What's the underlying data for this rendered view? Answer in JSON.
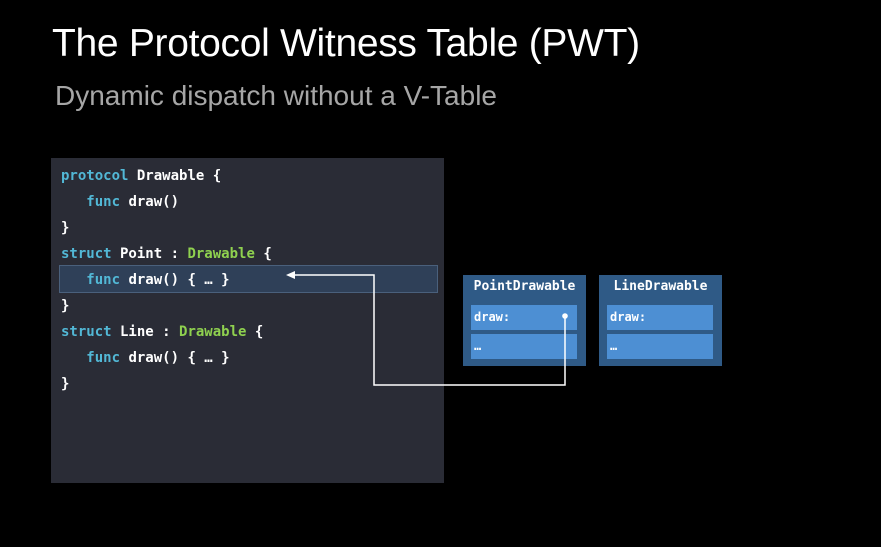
{
  "slide": {
    "title": "The Protocol Witness Table (PWT)",
    "subtitle": "Dynamic dispatch without a V-Table"
  },
  "code": {
    "lines": [
      {
        "indent": "",
        "keyword": "protocol",
        "name": " Drawable ",
        "sep": "",
        "conforms": "",
        "rest": "{"
      },
      {
        "indent": "   ",
        "keyword": "func",
        "name": " draw()",
        "sep": "",
        "conforms": "",
        "rest": ""
      },
      {
        "indent": "",
        "keyword": "",
        "name": "}",
        "sep": "",
        "conforms": "",
        "rest": ""
      },
      {
        "indent": "",
        "keyword": "struct",
        "name": " Point ",
        "sep": ": ",
        "conforms": "Drawable",
        "rest": " {"
      },
      {
        "indent": "   ",
        "keyword": "func",
        "name": " draw() { … }",
        "sep": "",
        "conforms": "",
        "rest": ""
      },
      {
        "indent": "",
        "keyword": "",
        "name": "}",
        "sep": "",
        "conforms": "",
        "rest": ""
      },
      {
        "indent": "",
        "keyword": "struct",
        "name": " Line ",
        "sep": ": ",
        "conforms": "Drawable",
        "rest": " {"
      },
      {
        "indent": "   ",
        "keyword": "func",
        "name": " draw() { … }",
        "sep": "",
        "conforms": "",
        "rest": ""
      },
      {
        "indent": "",
        "keyword": "",
        "name": "}",
        "sep": "",
        "conforms": "",
        "rest": ""
      }
    ],
    "highlighted_line": 4
  },
  "witness_tables": [
    {
      "name": "PointDrawable",
      "entries": [
        "draw:",
        "…"
      ]
    },
    {
      "name": "LineDrawable",
      "entries": [
        "draw:",
        "…"
      ]
    }
  ],
  "colors": {
    "background": "#000000",
    "code_panel": "#2a2c36",
    "keyword": "#52b8d6",
    "type": "#8fd14f",
    "table_box": "#2f5a86",
    "table_cell": "#4d8fd3",
    "connector": "#ffffff"
  }
}
